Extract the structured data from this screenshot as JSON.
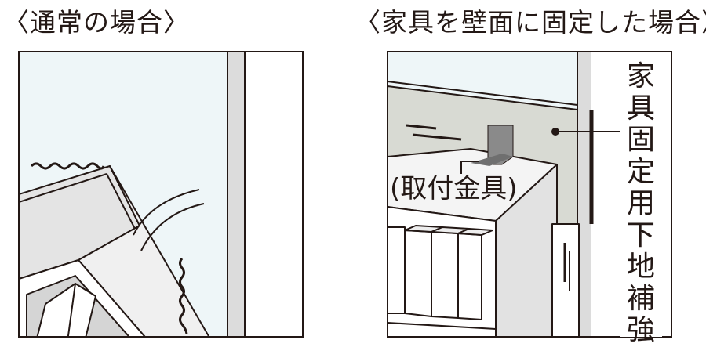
{
  "captions": {
    "normal_case": "〈通常の場合〉",
    "fixed_case": "〈家具を壁面に固定した場合〉"
  },
  "labels": {
    "bracket": "(取付金具)",
    "backing": "家具固定用下地補強"
  },
  "colors": {
    "line": "#231815",
    "wall_light": "#eef6f8",
    "backing_board": "#d8dad3",
    "furniture_face": "#f2f2f2",
    "bracket": "#8a8a8a"
  }
}
